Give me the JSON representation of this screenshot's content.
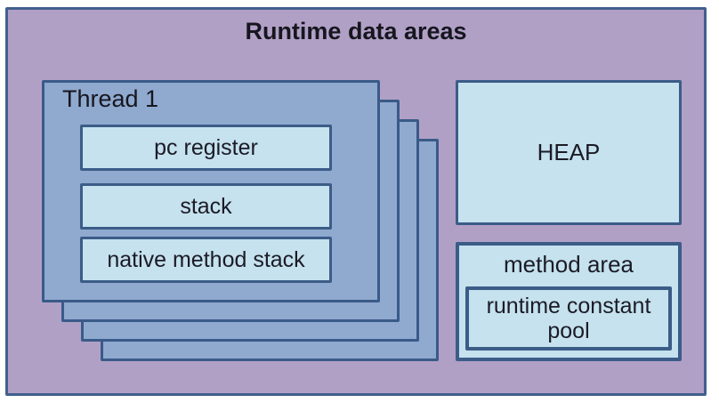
{
  "diagram": {
    "title": "Runtime data areas",
    "thread": {
      "label": "Thread 1",
      "stacked_cards": 4,
      "boxes": [
        "pc register",
        "stack",
        "native method stack"
      ]
    },
    "heap": {
      "label": "HEAP"
    },
    "method_area": {
      "label": "method area",
      "pool_label": "runtime constant pool"
    },
    "colors": {
      "outer_fill": "#b1a0c6",
      "outer_border": "#41608c",
      "thread_card_fill": "#8fa9cf",
      "thread_card_border": "#3a5a88",
      "box_fill": "#c5e2ee",
      "box_border": "#3c5c88",
      "text": "#1a1a24",
      "page_background": "#ffffff"
    }
  }
}
